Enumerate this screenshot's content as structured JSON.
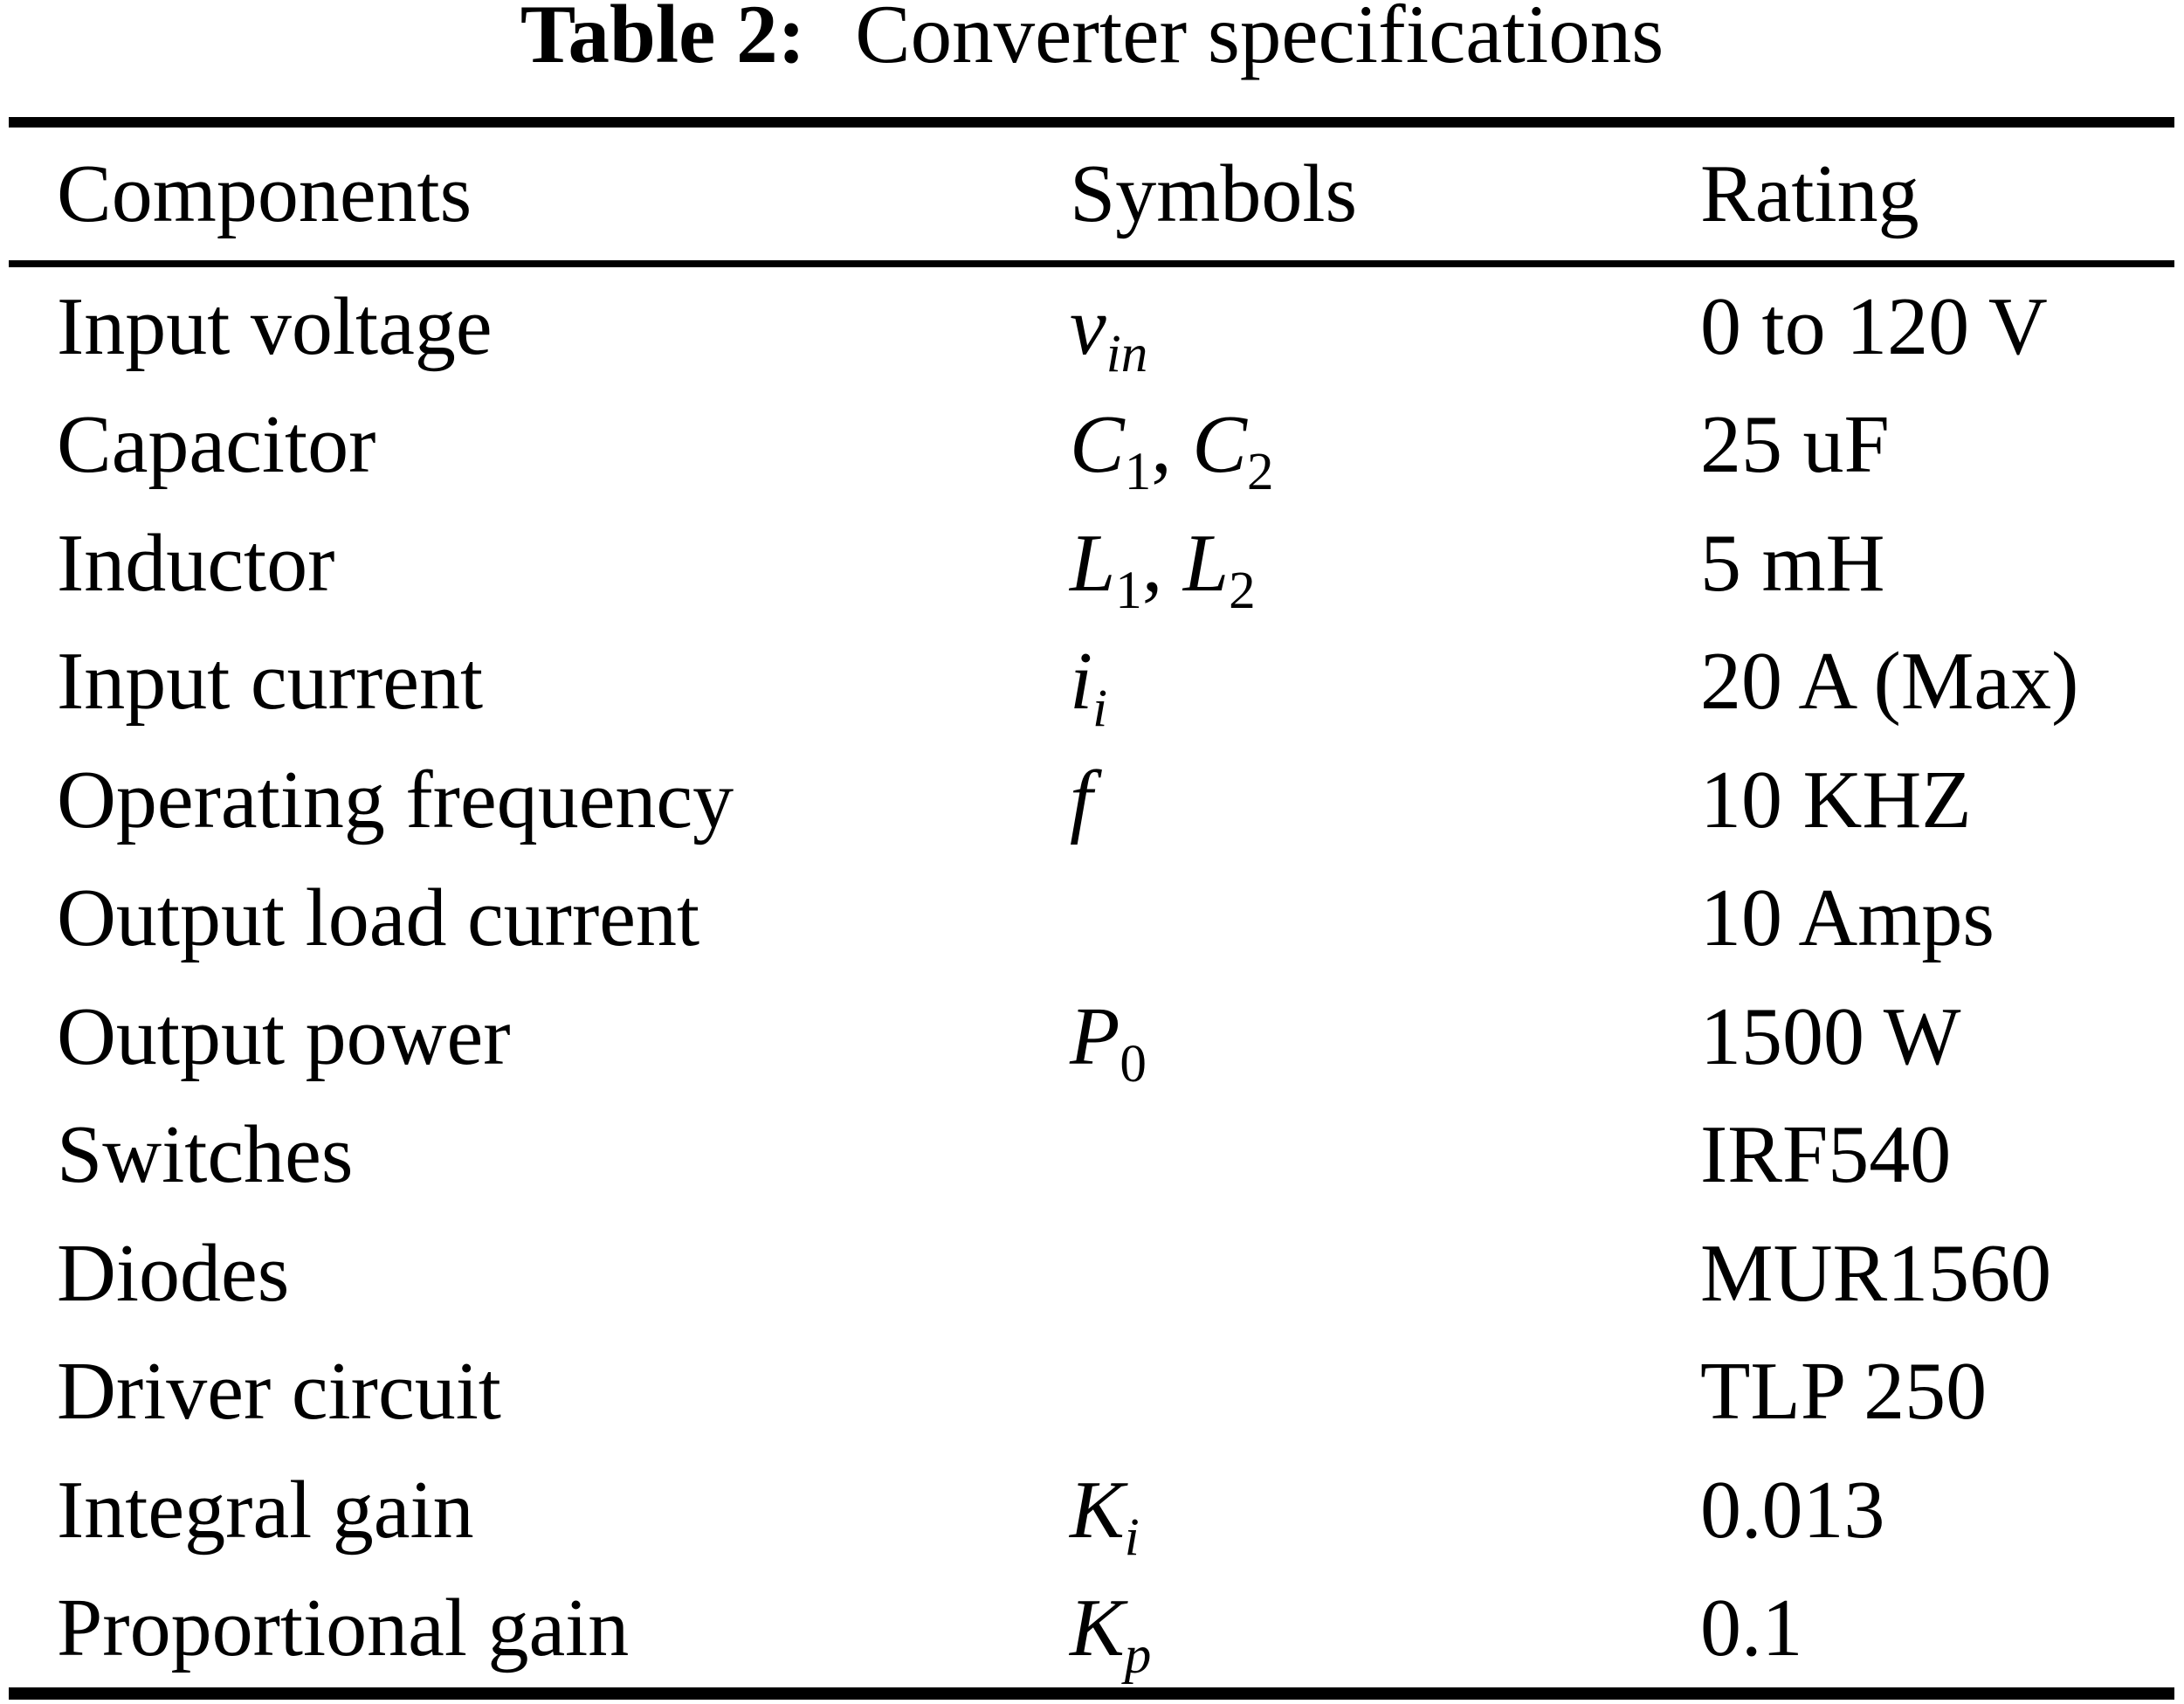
{
  "title": {
    "label": "Table 2:",
    "text": "Converter specifications"
  },
  "columns": [
    "Components",
    "Symbols",
    "Rating"
  ],
  "rows": [
    {
      "component": "Input voltage",
      "symbol": [
        {
          "t": "v",
          "it": true
        },
        {
          "t": "in",
          "it": true,
          "sub": true
        }
      ],
      "rating": "0 to 120 V"
    },
    {
      "component": "Capacitor",
      "symbol": [
        {
          "t": "C",
          "it": true
        },
        {
          "t": "1",
          "sub": true
        },
        {
          "t": ", "
        },
        {
          "t": "C",
          "it": true
        },
        {
          "t": "2",
          "sub": true
        }
      ],
      "rating": "25 uF"
    },
    {
      "component": "Inductor",
      "symbol": [
        {
          "t": "L",
          "it": true
        },
        {
          "t": "1",
          "sub": true
        },
        {
          "t": ", "
        },
        {
          "t": "L",
          "it": true
        },
        {
          "t": "2",
          "sub": true
        }
      ],
      "rating": "5 mH"
    },
    {
      "component": "Input current",
      "symbol": [
        {
          "t": "i",
          "it": true
        },
        {
          "t": "i",
          "it": true,
          "sub": true
        }
      ],
      "rating": "20 A (Max)"
    },
    {
      "component": "Operating frequency",
      "symbol": [
        {
          "t": "f",
          "it": true
        }
      ],
      "rating": "10 KHZ"
    },
    {
      "component": "Output load current",
      "symbol": [],
      "rating": "10 Amps"
    },
    {
      "component": "Output power",
      "symbol": [
        {
          "t": "P",
          "it": true
        },
        {
          "t": "0",
          "sub": true
        }
      ],
      "rating": "1500 W"
    },
    {
      "component": "Switches",
      "symbol": [],
      "rating": "IRF540"
    },
    {
      "component": "Diodes",
      "symbol": [],
      "rating": "MUR1560"
    },
    {
      "component": "Driver circuit",
      "symbol": [],
      "rating": "TLP 250"
    },
    {
      "component": "Integral gain",
      "symbol": [
        {
          "t": "K",
          "it": true
        },
        {
          "t": "i",
          "it": true,
          "sub": true
        }
      ],
      "rating": "0.013"
    },
    {
      "component": "Proportional gain",
      "symbol": [
        {
          "t": "K",
          "it": true
        },
        {
          "t": "p",
          "it": true,
          "sub": true
        }
      ],
      "rating": "0.1"
    }
  ],
  "colors": {
    "text": "#000000",
    "background": "#ffffff",
    "rule": "#000000"
  }
}
